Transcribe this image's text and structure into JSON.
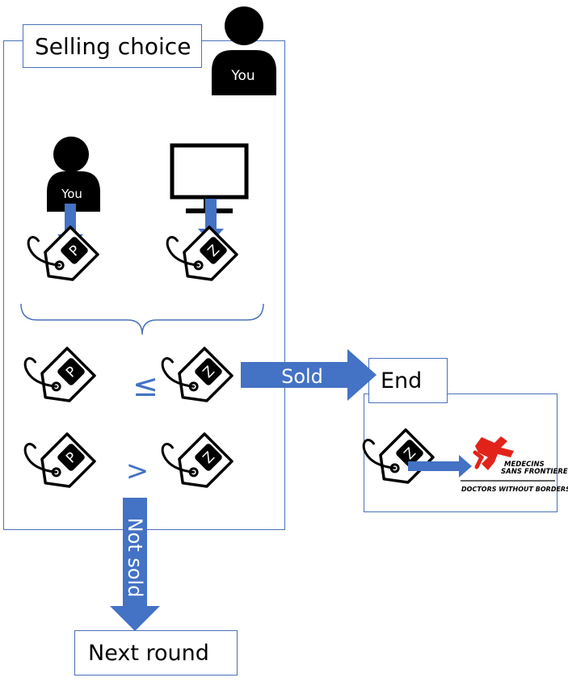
{
  "title": "Selling choice",
  "you_label": "You",
  "tag_p_letter": "P",
  "tag_z_letter": "Z",
  "compare_le_symbol": "≤",
  "compare_gt_symbol": ">",
  "sold_label": "Sold",
  "not_sold_label": "Not sold",
  "end_label": "End",
  "next_round_label": "Next round",
  "charity": {
    "line1": "MEDECINS",
    "line2": "SANS FRONTIERES",
    "line3": "DOCTORS WITHOUT BORDERS"
  },
  "colors": {
    "accent_blue": "#4472c4",
    "border_blue": "#4a72b8",
    "msf_red": "#e2231a",
    "black": "#000000"
  }
}
